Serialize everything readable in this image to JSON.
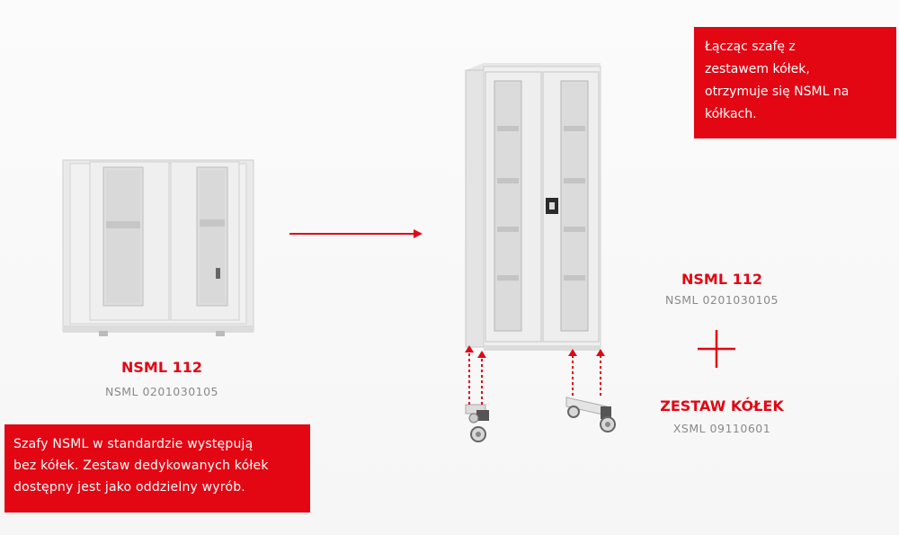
{
  "colors": {
    "accent": "#e30613",
    "code_gray": "#8a8a8a",
    "cabinet": "#ececec"
  },
  "top_note": "Łącząc szafę z\nzestawem kółek,\notrzymuje się NSML na\nkółkach.",
  "bottom_note": "Szafy NSML w standardzie występują\nbez kółek. Zestaw dedykowanych kółek\ndostępny jest jako oddzielny wyrób.",
  "left_product": {
    "name": "NSML 112",
    "code": "NSML 0201030105"
  },
  "right_product": {
    "name": "NSML 112",
    "code": "NSML 0201030105"
  },
  "wheels_product": {
    "name": "ZESTAW KÓŁEK",
    "code": "XSML 09110601"
  },
  "icons": {
    "arrow": "right-arrow-icon",
    "plus": "plus-icon"
  }
}
